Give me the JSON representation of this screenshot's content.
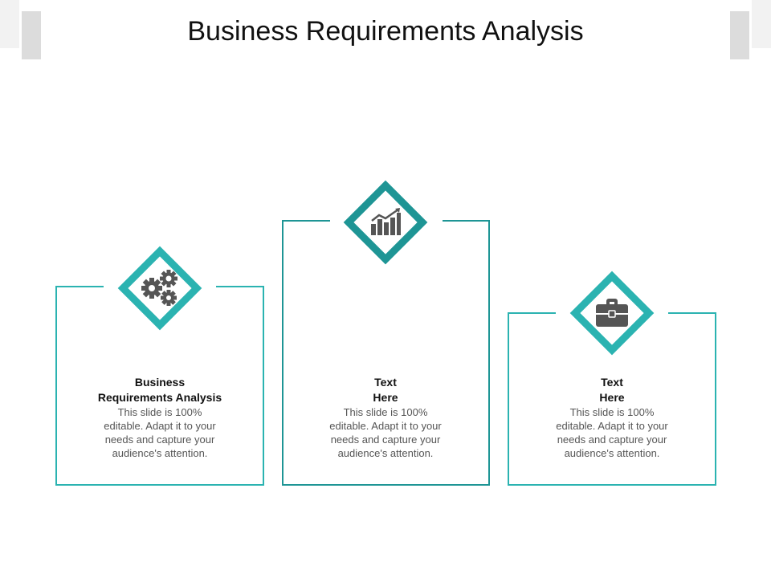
{
  "slide": {
    "title": "Business Requirements Analysis"
  },
  "colors": {
    "accent": "#2bb3b1",
    "accent_dark": "#1e9595",
    "icon": "#555555"
  },
  "cards": [
    {
      "icon": "gears-icon",
      "heading_line1": "Business",
      "heading_line2": "Requirements Analysis",
      "body_line1": "This slide is 100%",
      "body_line2": "editable. Adapt it to your",
      "body_line3": "needs and capture your",
      "body_line4": "audience's attention."
    },
    {
      "icon": "bar-chart-icon",
      "heading_line1": "Text",
      "heading_line2": "Here",
      "body_line1": "This slide is 100%",
      "body_line2": "editable. Adapt it to your",
      "body_line3": "needs and capture your",
      "body_line4": "audience's attention."
    },
    {
      "icon": "briefcase-icon",
      "heading_line1": "Text",
      "heading_line2": "Here",
      "body_line1": "This slide is 100%",
      "body_line2": "editable. Adapt it to your",
      "body_line3": "needs and capture your",
      "body_line4": "audience's attention."
    }
  ]
}
